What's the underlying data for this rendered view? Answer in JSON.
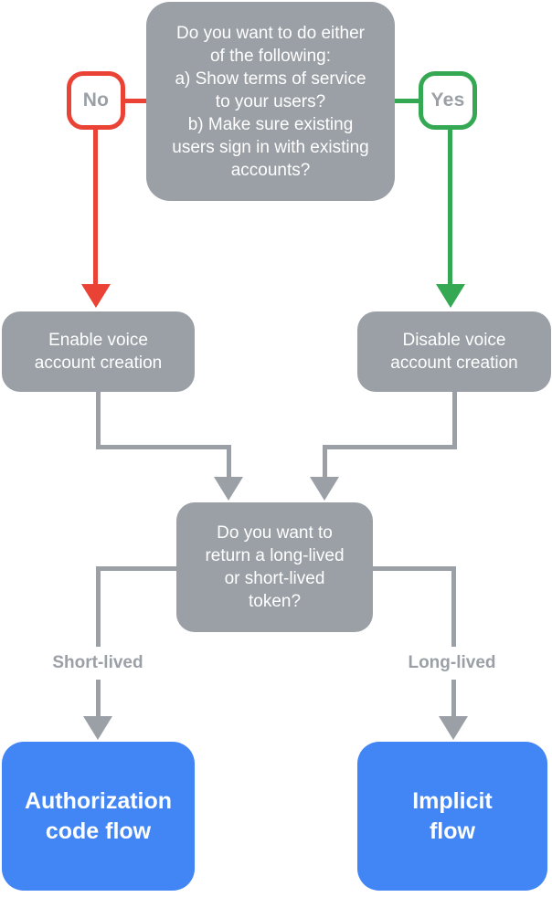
{
  "palette": {
    "gray": "#9AA0A6",
    "red": "#EA4335",
    "green": "#34A853",
    "blue": "#4285F4",
    "white": "#FFFFFF"
  },
  "flowchart": {
    "top_question": {
      "text": "Do you want to do either\nof the following:\na) Show terms of service\nto your users?\nb) Make sure existing\nusers sign in with existing\naccounts?"
    },
    "no_branch": {
      "label": "No"
    },
    "yes_branch": {
      "label": "Yes"
    },
    "enable_action": {
      "text": "Enable voice\naccount creation"
    },
    "disable_action": {
      "text": "Disable voice\naccount creation"
    },
    "token_question": {
      "text": "Do you want to\nreturn a long-lived\nor short-lived\ntoken?"
    },
    "short_lived_branch": {
      "label": "Short-lived"
    },
    "long_lived_branch": {
      "label": "Long-lived"
    },
    "auth_code_result": {
      "text": "Authorization\ncode flow"
    },
    "implicit_result": {
      "text": "Implicit\nflow"
    }
  }
}
